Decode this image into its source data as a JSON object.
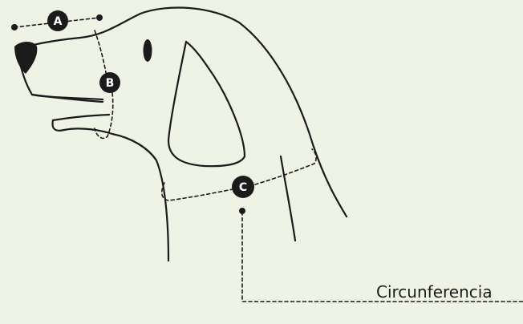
{
  "markers": {
    "a": "A",
    "b": "B",
    "c": "C"
  },
  "caption": "Circunferencia",
  "colors": {
    "background": "#eef3e6",
    "ink": "#1b1b1b",
    "marker_fill": "#1b1b1b",
    "marker_text": "#ffffff"
  }
}
